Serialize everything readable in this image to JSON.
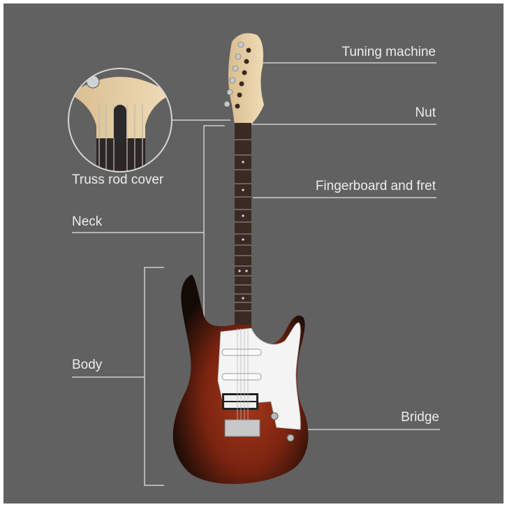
{
  "title": "Electric guitar parts",
  "labels": {
    "tuning_machine": "Tuning machine",
    "nut": "Nut",
    "fingerboard": "Fingerboard and fret",
    "truss_rod": "Truss rod cover",
    "neck": "Neck",
    "body": "Body",
    "bridge": "Bridge"
  },
  "colors": {
    "background": "#616161",
    "line": "#d8d8d8",
    "body_red": "#8a2a12",
    "body_dark": "#1a0d08",
    "maple": "#e6cfa6",
    "rosewood": "#3a2a24"
  }
}
